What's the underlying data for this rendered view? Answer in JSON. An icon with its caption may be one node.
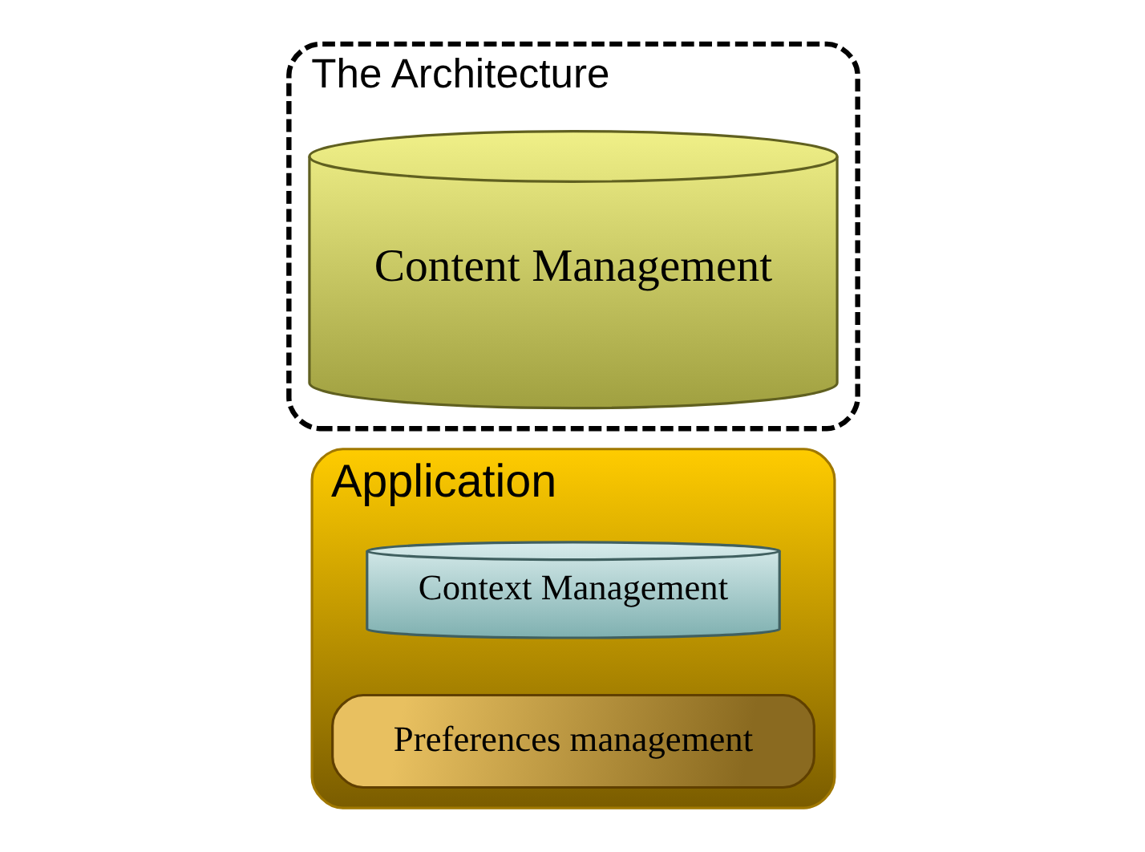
{
  "diagram": {
    "nodes": [
      {
        "text": [
          "Application"
        ]
      },
      {
        "text": [
          "Context Management"
        ],
        "in": 0
      },
      {
        "text": [
          "Preferences management"
        ],
        "in": 0
      },
      {
        "text": [
          "The Architecture"
        ]
      },
      {
        "text": [
          "Content Management"
        ],
        "in": 3
      }
    ],
    "edges": []
  }
}
